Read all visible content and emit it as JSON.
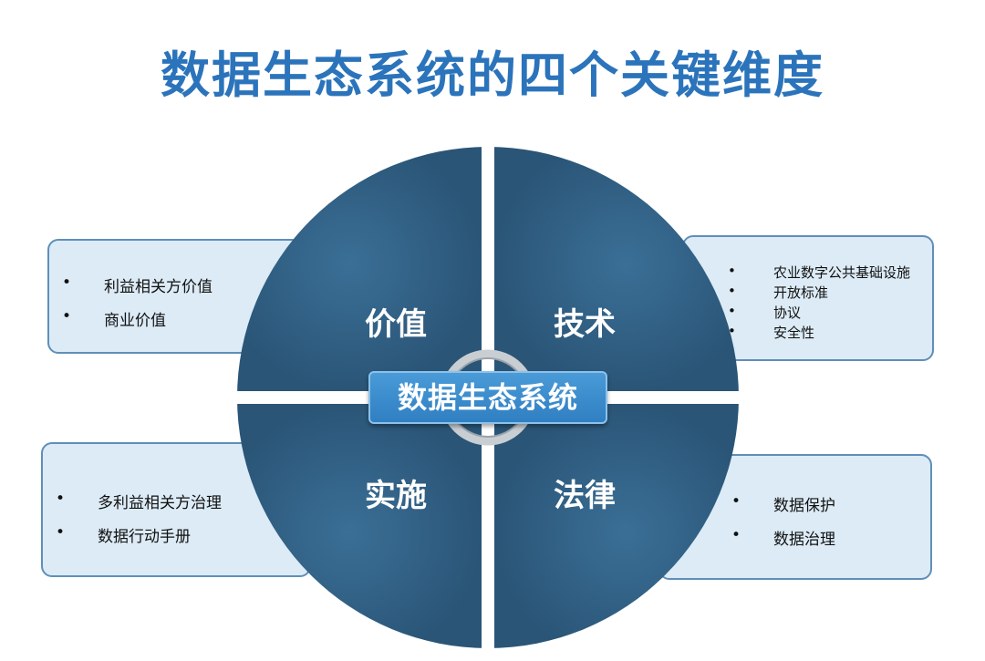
{
  "title": "数据生态系统的四个关键维度",
  "center": "数据生态系统",
  "quadrants": {
    "top_left": "价值",
    "top_right": "技术",
    "bottom_left": "实施",
    "bottom_right": "法律"
  },
  "boxes": {
    "value": [
      "利益相关方价值",
      "商业价值"
    ],
    "technology": [
      "农业数字公共基础设施",
      "开放标准",
      "协议",
      "安全性"
    ],
    "implementation": [
      "多利益相关方治理",
      "数据行动手册"
    ],
    "legal": [
      "数据保护",
      "数据治理"
    ]
  },
  "colors": {
    "title": "#2b74bb",
    "quadrant": "#2f5d80",
    "box_fill": "#dcebf6",
    "center_fill": "#3a8cce"
  }
}
